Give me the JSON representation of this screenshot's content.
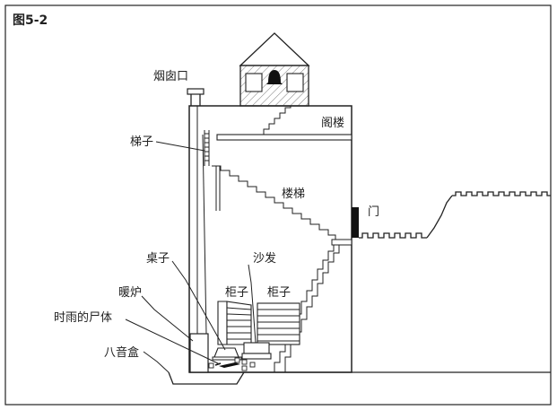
{
  "title": "图5-2",
  "labels": {
    "chimney_outlet": "烟囱口",
    "attic": "阁楼",
    "ladder": "梯子",
    "staircase": "楼梯",
    "door": "门",
    "table": "桌子",
    "sofa": "沙发",
    "cabinet_left": "柜子",
    "cabinet_right": "柜子",
    "stove": "暖炉",
    "body": "时雨的尸体",
    "music_box": "八音盒"
  }
}
